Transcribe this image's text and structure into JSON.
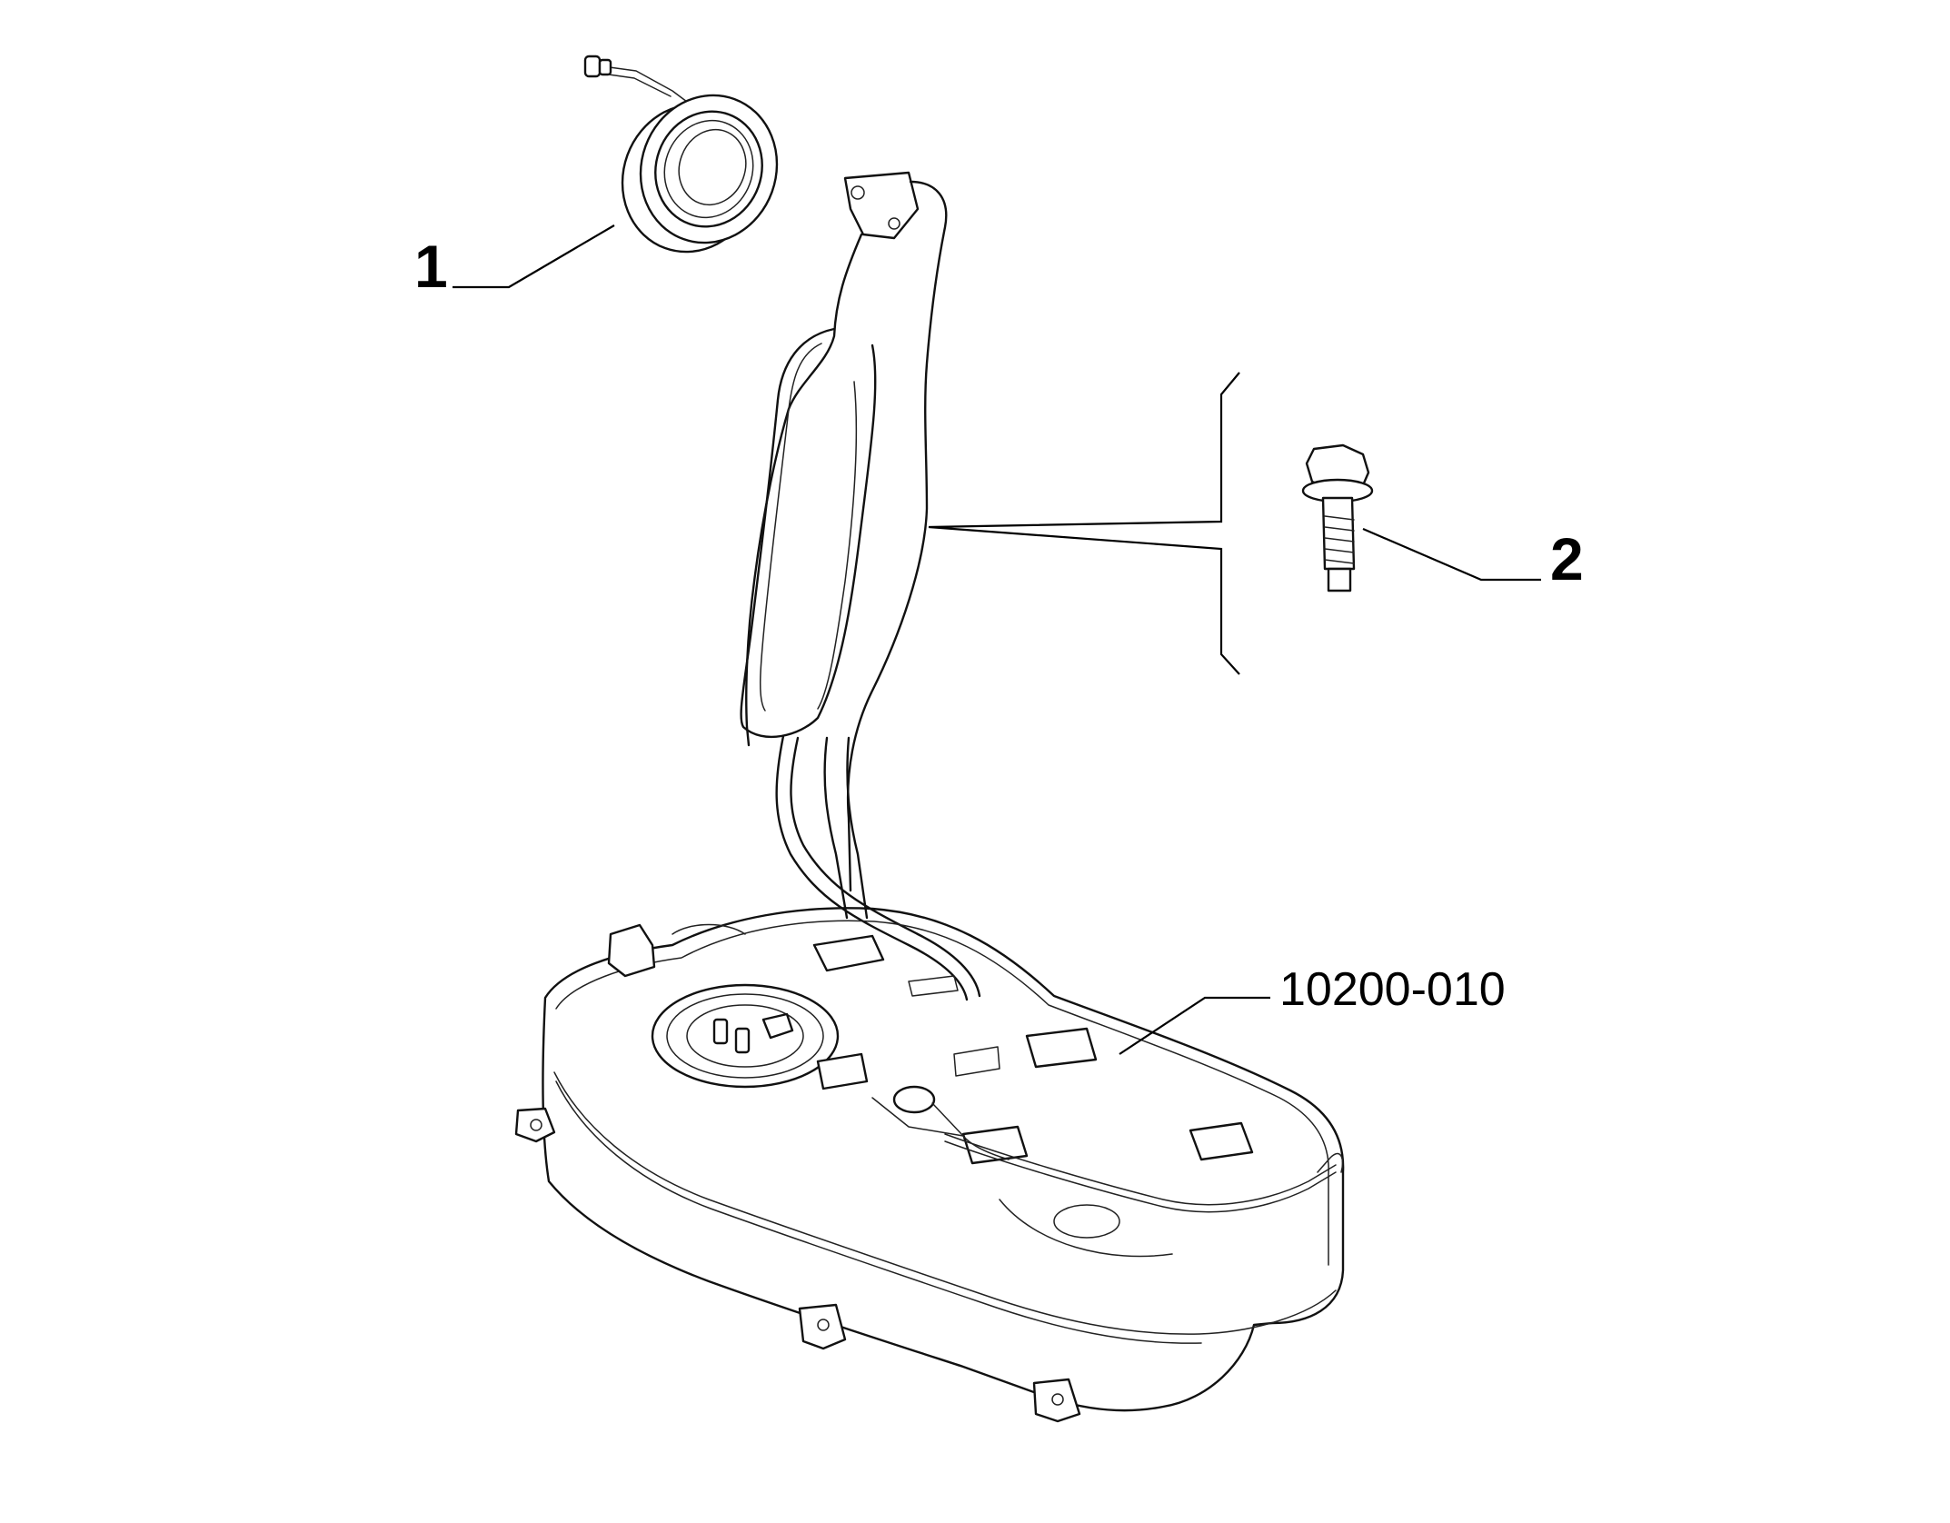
{
  "callouts": {
    "part_1": "1",
    "part_2": "2",
    "assembly_ref": "10200-010"
  }
}
